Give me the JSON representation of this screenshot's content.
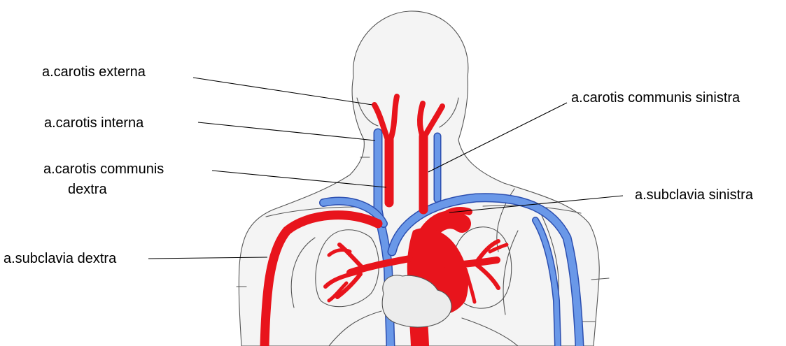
{
  "colors": {
    "artery": "#e8141c",
    "vein": "#6a98e8",
    "vein_edge": "#2c4fb0",
    "outline": "#555555",
    "body": "#f4f4f4",
    "heart": "#ececec"
  },
  "labels": {
    "carotis_externa": "a.carotis externa",
    "carotis_interna": "a.carotis interna",
    "carotis_communis_dextra_line1": "a.carotis communis",
    "carotis_communis_dextra_line2": "dextra",
    "carotis_communis_sinistra": "a.carotis communis sinistra",
    "subclavia_sinistra": "a.subclavia sinistra",
    "subclavia_dextra": "a.subclavia dextra"
  }
}
